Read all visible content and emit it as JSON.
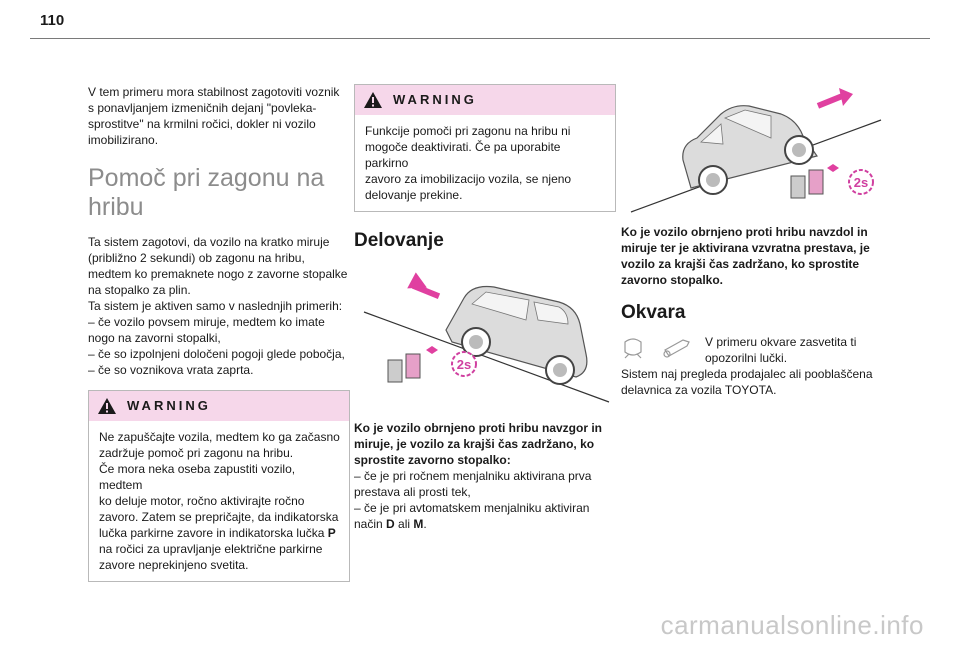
{
  "page": {
    "number": "110"
  },
  "col1": {
    "intro": [
      "V tem primeru mora stabilnost zagotoviti voznik",
      "s ponavljanjem izmeničnih dejanj \"povleka-",
      "sprostitve\" na krmilni ročici, dokler ni vozilo",
      "imobilizirano."
    ],
    "heading": [
      "Pomoč pri zagonu na",
      "hribu"
    ],
    "body": [
      "Ta sistem zagotovi, da vozilo na kratko miruje",
      "(približno 2 sekundi) ob zagonu na hribu,",
      "medtem ko premaknete nogo z zavorne stopalke",
      "na stopalko za plin.",
      "Ta sistem je aktiven samo v naslednjih primerih:",
      "–  če vozilo povsem miruje, medtem ko imate",
      "nogo na zavorni stopalki,",
      "–  če so izpolnjeni določeni pogoji glede pobočja,",
      "–  če so voznikova vrata zaprta."
    ],
    "warning": {
      "title": "WARNING",
      "lines": [
        "Ne zapuščajte vozila, medtem ko ga začasno",
        "zadržuje pomoč pri zagonu na hribu.",
        "Če mora neka oseba zapustiti vozilo, medtem",
        "ko deluje motor, ročno aktivirajte ročno",
        "zavoro. Zatem se prepričajte, da indikatorska",
        "lučka parkirne zavore in indikatorska lučka",
        "na ročici za upravljanje električne parkirne",
        "zavore neprekinjeno svetita."
      ],
      "bold_letter": "P"
    }
  },
  "col2": {
    "warning": {
      "title": "WARNING",
      "lines": [
        "Funkcije pomoči pri zagonu na hribu ni",
        "mogoče deaktivirati. Če pa uporabite parkirno",
        "zavoro za imobilizacijo vozila, se njeno",
        "delovanje prekine."
      ]
    },
    "heading": "Delovanje",
    "figure_label": "2s",
    "caption_bold": [
      "Ko je vozilo obrnjeno proti hribu navzgor in",
      "miruje, je vozilo za krajši čas zadržano, ko",
      "sprostite zavorno stopalko:"
    ],
    "caption_list": [
      "–  če je pri ročnem menjalniku aktivirana prva",
      "prestava ali prosti tek,",
      "–  če je pri avtomatskem menjalniku aktiviran"
    ],
    "last_line": {
      "prefix": "način ",
      "d": "D",
      "mid": " ali ",
      "m": "M",
      "suffix": "."
    }
  },
  "col3": {
    "figure_label": "2s",
    "caption_bold": [
      "Ko je vozilo obrnjeno proti hribu navzdol in",
      "miruje ter je aktivirana vzvratna prestava, je",
      "vozilo za krajši čas zadržano, ko sprostite",
      "zavorno stopalko."
    ],
    "heading": "Okvara",
    "fault_lines": [
      "V primeru okvare zasvetita ti",
      "opozorilni lučki."
    ],
    "fault_rest": [
      "Sistem naj pregleda prodajalec ali pooblaščena",
      "delavnica za vozila TOYOTA."
    ]
  },
  "watermark": "carmanualsonline.info",
  "colors": {
    "warning_band": "#f6d7ea",
    "arrow": "#e040a0",
    "heading_grey": "#8c8c8c"
  }
}
